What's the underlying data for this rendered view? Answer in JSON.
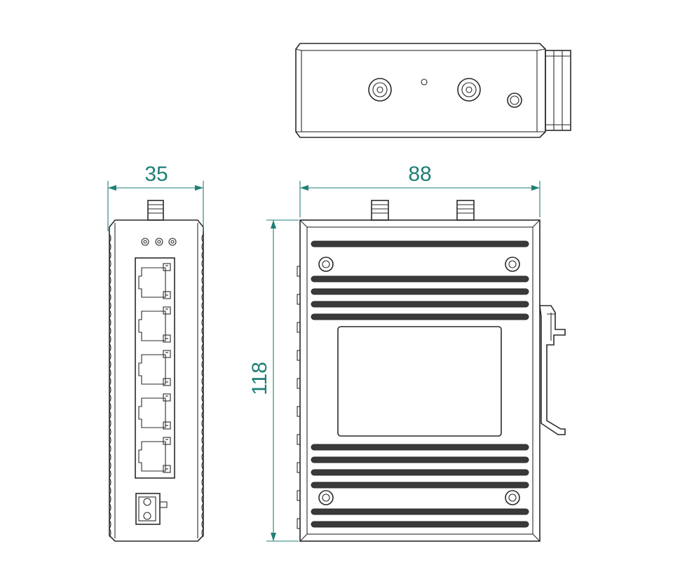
{
  "dimensions": {
    "width_side": "35",
    "width_front": "88",
    "height_front": "118"
  },
  "colors": {
    "line": "#2a2a2a",
    "dimension": "#1f7f76"
  }
}
